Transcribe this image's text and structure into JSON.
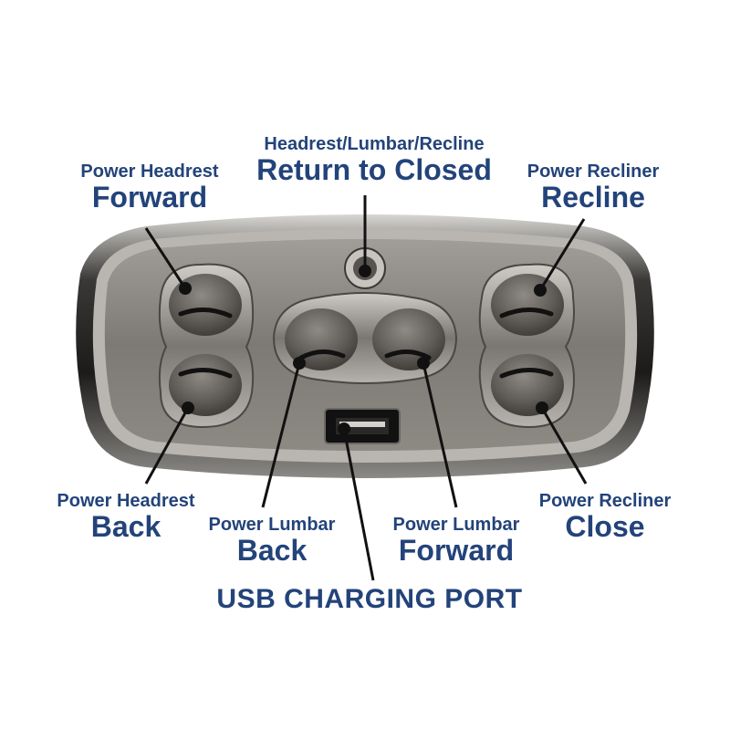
{
  "colors": {
    "label": "#23437a",
    "leader": "#111111",
    "panel": "#8a8680",
    "button": "#6e6a65"
  },
  "labels": {
    "return_closed": {
      "small": "Headrest/Lumbar/Recline",
      "large": "Return to Closed"
    },
    "headrest_forward": {
      "small": "Power Headrest",
      "large": "Forward"
    },
    "recliner_recline": {
      "small": "Power Recliner",
      "large": "Recline"
    },
    "headrest_back": {
      "small": "Power Headrest",
      "large": "Back"
    },
    "lumbar_back": {
      "small": "Power Lumbar",
      "large": "Back"
    },
    "lumbar_forward": {
      "small": "Power Lumbar",
      "large": "Forward"
    },
    "recliner_close": {
      "small": "Power Recliner",
      "large": "Close"
    },
    "usb_port": "USB CHARGING PORT"
  }
}
